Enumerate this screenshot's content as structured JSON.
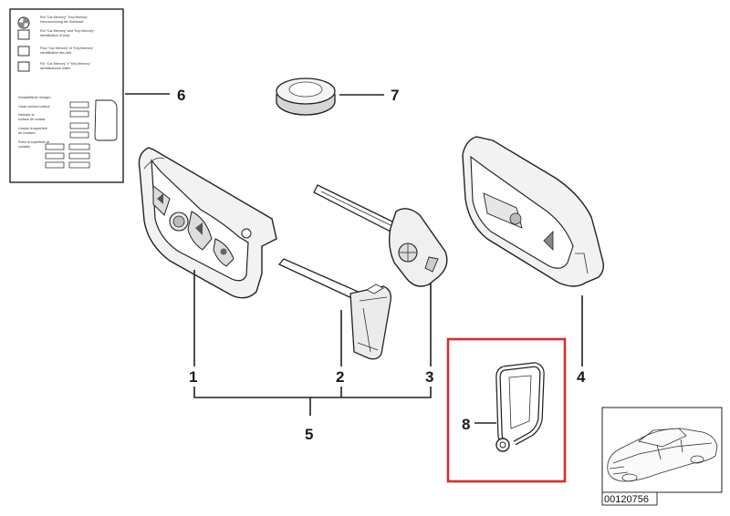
{
  "callouts": {
    "c1": "1",
    "c2": "2",
    "c3": "3",
    "c4": "4",
    "c5": "5",
    "c6": "6",
    "c7": "7",
    "c8": "8"
  },
  "instruction_card": {
    "rows": [
      "Rot \"Car Memory\" \"Key Memory\"",
      "Kennzeichnung der Schlüssel",
      "Rot \"Car Memory\" and \"Key Memory\"",
      "identification of keys",
      "Pour \"Car Memory\" et \"Key Memory\"",
      "identification des clés",
      "Für \"Car Memory\" e \"Key Memory\"",
      "identificazione chiavi"
    ],
    "section_title": "Kontaktfläche reinigen",
    "items": [
      "Clean contact surface",
      "Nettoyer la",
      "surface de contact",
      "Limpiar la superficie",
      "de contacto",
      "Pulire la superficie de",
      "contatto"
    ]
  },
  "part_number": "00120756",
  "colors": {
    "highlight": "#d32f2f",
    "line": "#222222"
  }
}
